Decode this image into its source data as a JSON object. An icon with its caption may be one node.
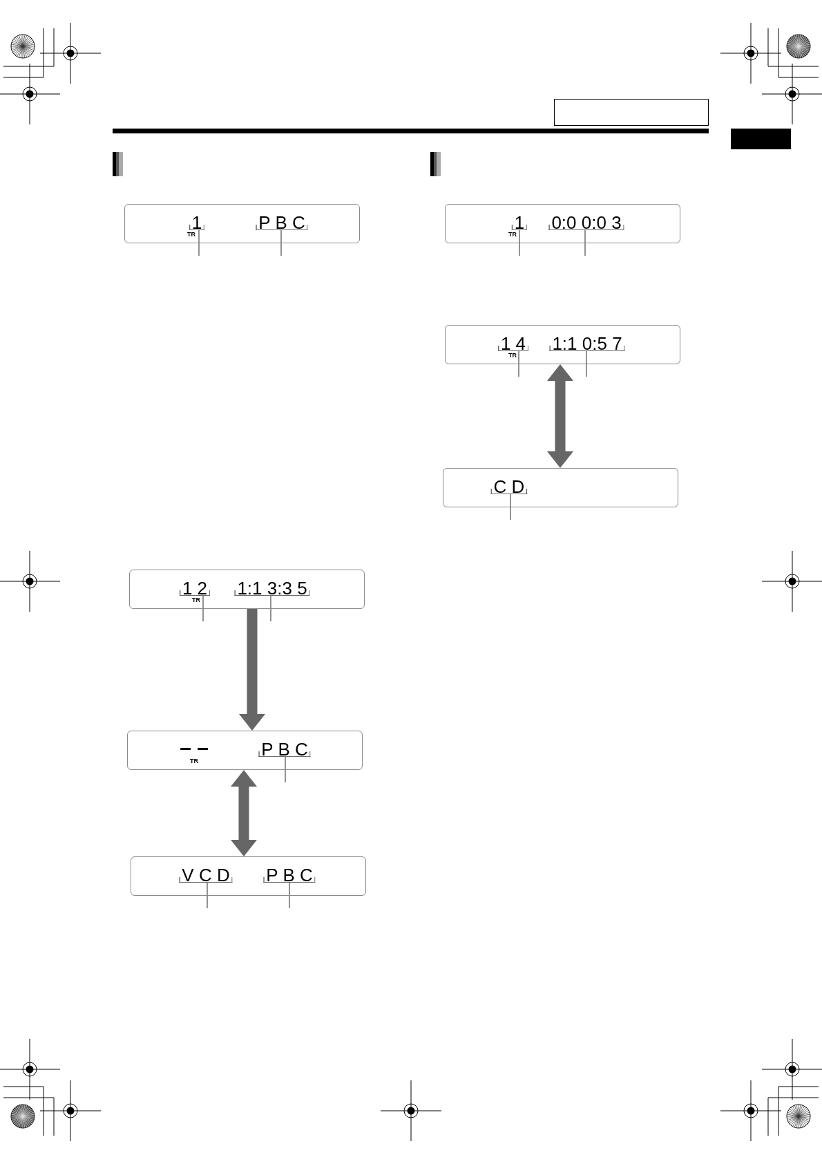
{
  "diagram": {
    "nodes": [
      {
        "text": [
          "TR"
        ]
      },
      {
        "text": [
          "1"
        ],
        "in": 0
      },
      {
        "text": [
          "P B C"
        ],
        "in": 0
      },
      {
        "text": [
          "TR"
        ]
      },
      {
        "text": [
          "1 2"
        ],
        "in": 3
      },
      {
        "text": [
          "1:1 3:3 5"
        ],
        "in": 3
      },
      {
        "text": [
          "– –",
          "TR"
        ]
      },
      {
        "text": [
          "P B C"
        ],
        "in": 6
      },
      {
        "text": [],
        "shape": "box"
      },
      {
        "text": [
          "V C D"
        ],
        "in": 8
      },
      {
        "text": [
          "P B C"
        ],
        "in": 8
      },
      {
        "text": [
          "TR"
        ]
      },
      {
        "text": [
          "1"
        ],
        "in": 11
      },
      {
        "text": [
          "0:0 0:0 3"
        ],
        "in": 11
      },
      {
        "text": [
          "TR"
        ]
      },
      {
        "text": [
          "1 4"
        ],
        "in": 14
      },
      {
        "text": [
          "1:1 0:5 7"
        ],
        "in": 14
      },
      {
        "text": [],
        "shape": "box"
      },
      {
        "text": [
          "C D"
        ],
        "in": 17
      }
    ],
    "edges": [
      {
        "from": 1,
        "to": null,
        "arrow": "none"
      },
      {
        "from": 2,
        "to": null,
        "arrow": "none"
      },
      {
        "from": 4,
        "to": null,
        "arrow": "none"
      },
      {
        "from": 5,
        "to": null,
        "arrow": "none"
      },
      {
        "from": 3,
        "to": 6,
        "arrow": "to",
        "style": "thick"
      },
      {
        "from": 7,
        "to": null,
        "arrow": "none"
      },
      {
        "from": 6,
        "to": 8,
        "arrow": "both",
        "style": "thick"
      },
      {
        "from": 9,
        "to": null,
        "arrow": "none"
      },
      {
        "from": 10,
        "to": null,
        "arrow": "none"
      },
      {
        "from": 12,
        "to": null,
        "arrow": "none"
      },
      {
        "from": 13,
        "to": null,
        "arrow": "none"
      },
      {
        "from": 15,
        "to": null,
        "arrow": "none"
      },
      {
        "from": 16,
        "to": null,
        "arrow": "none"
      },
      {
        "from": 14,
        "to": 17,
        "arrow": "both",
        "style": "thick"
      },
      {
        "from": 18,
        "to": null,
        "arrow": "none"
      }
    ]
  }
}
